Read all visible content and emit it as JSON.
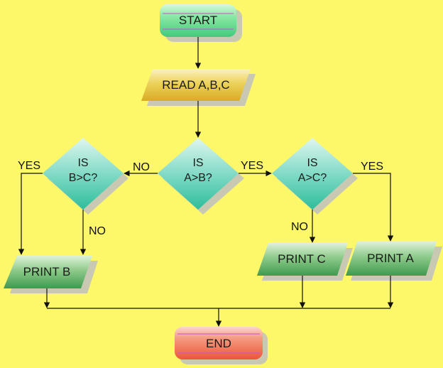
{
  "nodes": {
    "start": "START",
    "read": "READ A,B,C",
    "decision_ab": {
      "line1": "IS",
      "line2": "A>B?"
    },
    "decision_bc": {
      "line1": "IS",
      "line2": "B>C?"
    },
    "decision_ac": {
      "line1": "IS",
      "line2": "A>C?"
    },
    "print_b": "PRINT B",
    "print_c": "PRINT C",
    "print_a": "PRINT A",
    "end": "END"
  },
  "edge_labels": {
    "ab_no": "NO",
    "ab_yes": "YES",
    "bc_yes": "YES",
    "bc_no": "NO",
    "ac_yes": "YES",
    "ac_no": "NO"
  },
  "colors": {
    "background": "#fdf86a",
    "terminal_start": "#52d68a",
    "terminal_end": "#f06a4a",
    "io_read": "#e6c23a",
    "decision": "#3fc3a5",
    "io_print": "#5aa860",
    "line": "#111111"
  }
}
